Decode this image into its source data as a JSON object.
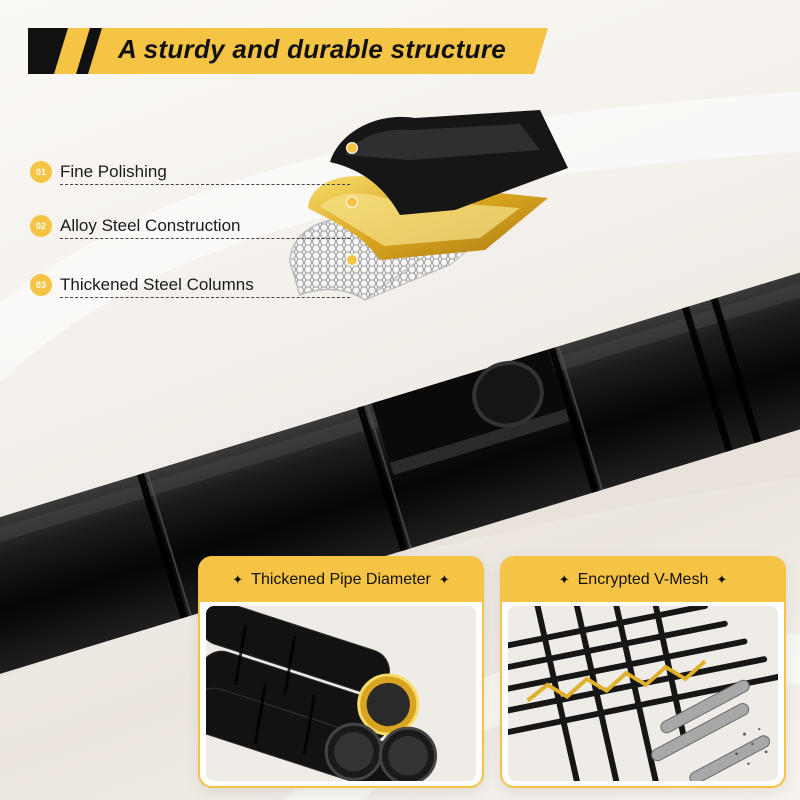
{
  "headline": "A sturdy and durable structure",
  "features": [
    {
      "number": "01",
      "label": "Fine Polishing"
    },
    {
      "number": "02",
      "label": "Alloy Steel Construction"
    },
    {
      "number": "03",
      "label": "Thickened Steel Columns"
    }
  ],
  "cards": [
    {
      "title": "Thickened Pipe Diameter",
      "icon": "sparkle-icon"
    },
    {
      "title": "Encrypted V-Mesh",
      "icon": "sparkle-icon"
    }
  ],
  "colors": {
    "accent": "#f6c445",
    "pipe": "#111111",
    "brass": "#d9a520",
    "background": "#f3efea"
  }
}
